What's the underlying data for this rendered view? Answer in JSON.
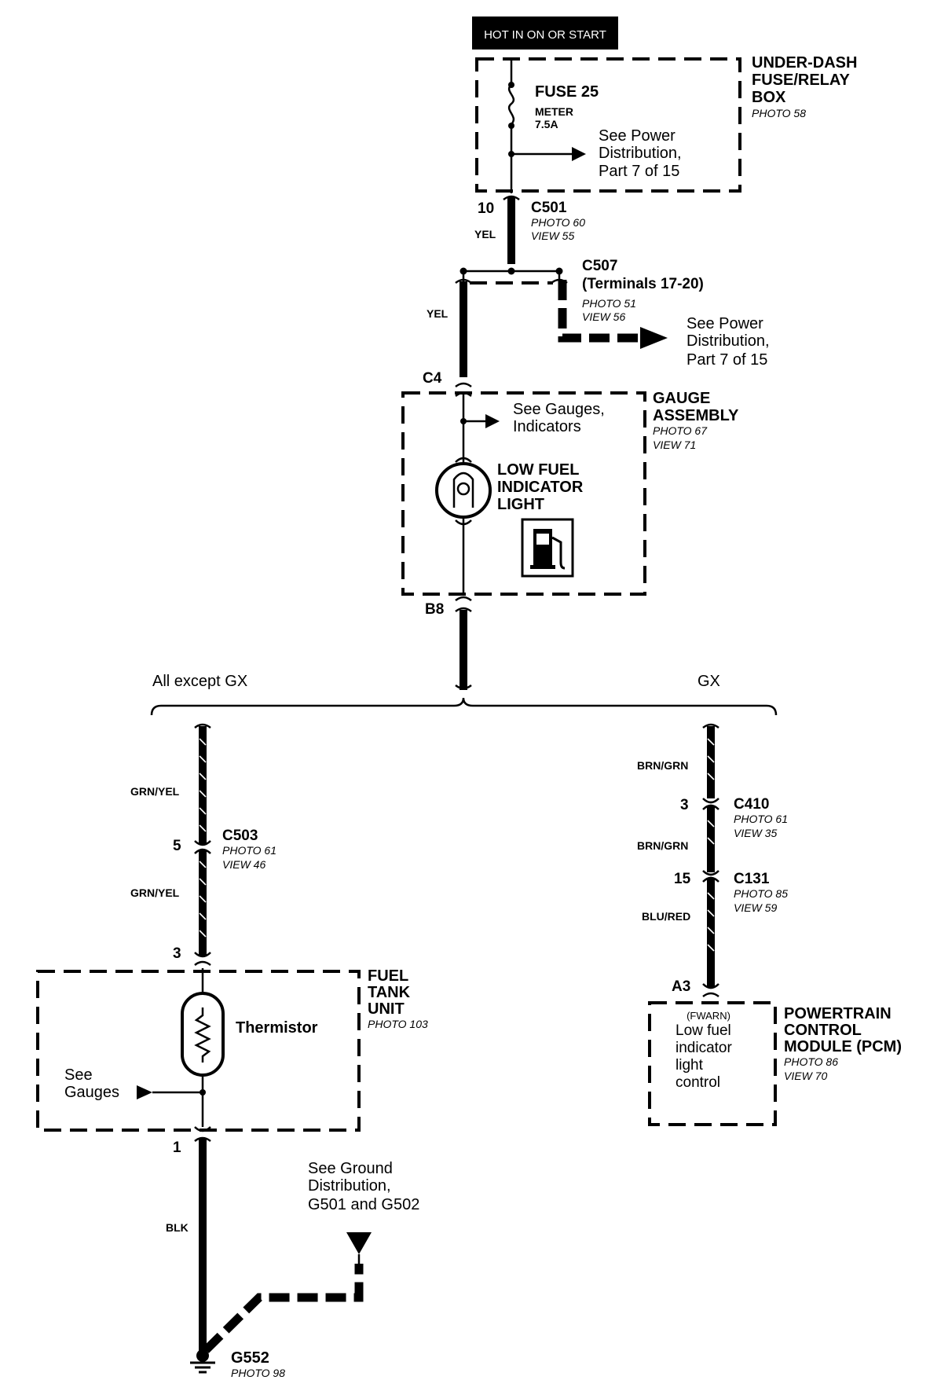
{
  "hot_label": "HOT IN ON OR START",
  "underdash": {
    "name1": "UNDER-DASH",
    "name2": "FUSE/RELAY",
    "name3": "BOX",
    "photo": "PHOTO 58"
  },
  "fuse": {
    "name": "FUSE 25",
    "sub1": "METER",
    "sub2": "7.5A"
  },
  "see_power_1": {
    "l1": "See Power",
    "l2": "Distribution,",
    "l3": "Part 7 of 15"
  },
  "c501": {
    "pin": "10",
    "name": "C501",
    "photo": "PHOTO 60",
    "view": "VIEW 55",
    "wire": "YEL"
  },
  "c507": {
    "name": "C507",
    "terminals": "(Terminals 17-20)",
    "photo": "PHOTO 51",
    "view": "VIEW 56",
    "wire": "YEL"
  },
  "see_power_2": {
    "l1": "See Power",
    "l2": "Distribution,",
    "l3": "Part 7 of 15"
  },
  "gauge": {
    "pin_top": "C4",
    "name1": "GAUGE",
    "name2": "ASSEMBLY",
    "photo": "PHOTO 67",
    "view": "VIEW 71",
    "see1": "See Gauges,",
    "see2": "Indicators",
    "light1": "LOW FUEL",
    "light2": "INDICATOR",
    "light3": "LIGHT",
    "pin_bottom": "B8"
  },
  "branch": {
    "left": "All except GX",
    "right": "GX"
  },
  "left_branch": {
    "wire1": "GRN/YEL",
    "c503_pin": "5",
    "c503": "C503",
    "c503_photo": "PHOTO 61",
    "c503_view": "VIEW 46",
    "wire2": "GRN/YEL",
    "pin_in": "3"
  },
  "fuel_tank": {
    "name1": "FUEL",
    "name2": "TANK",
    "name3": "UNIT",
    "photo": "PHOTO 103",
    "thermistor": "Thermistor",
    "see1": "See",
    "see2": "Gauges",
    "pin_out": "1"
  },
  "ground": {
    "wire": "BLK",
    "see1": "See Ground",
    "see2": "Distribution,",
    "see3": "G501 and G502",
    "name": "G552",
    "photo": "PHOTO 98"
  },
  "right_branch": {
    "wire1": "BRN/GRN",
    "c410_pin": "3",
    "c410": "C410",
    "c410_photo": "PHOTO 61",
    "c410_view": "VIEW 35",
    "wire2": "BRN/GRN",
    "c131_pin": "15",
    "c131": "C131",
    "c131_photo": "PHOTO 85",
    "c131_view": "VIEW 59",
    "wire3": "BLU/RED",
    "pin_in": "A3"
  },
  "pcm": {
    "fwarn": "(FWARN)",
    "l1": "Low fuel",
    "l2": "indicator",
    "l3": "light",
    "l4": "control",
    "name1": "POWERTRAIN",
    "name2": "CONTROL",
    "name3": "MODULE (PCM)",
    "photo": "PHOTO 86",
    "view": "VIEW 70"
  }
}
